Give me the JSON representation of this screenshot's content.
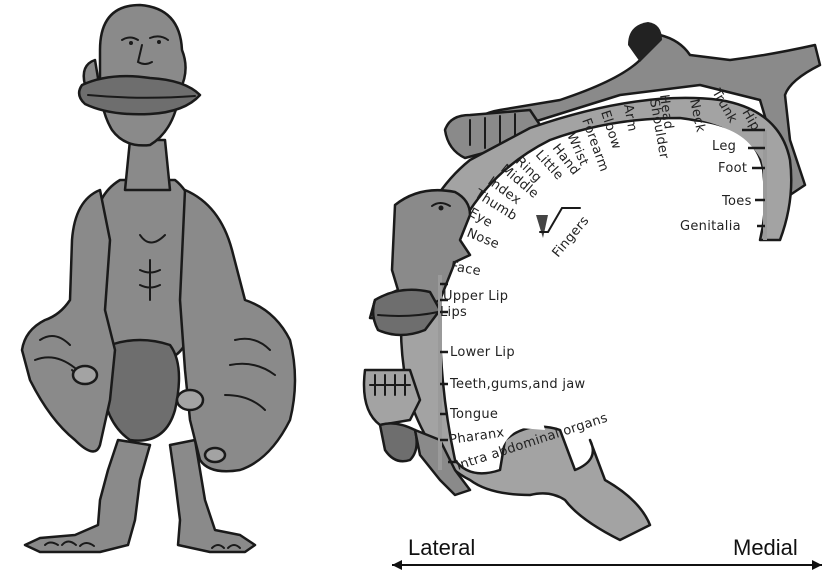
{
  "diagram": {
    "labels": {
      "hip": "Hip",
      "leg": "Leg",
      "foot": "Foot",
      "toes": "Toes",
      "genitalia": "Genitalia",
      "trunk": "Trunk",
      "neck": "Neck",
      "head": "Head",
      "shoulder": "Shoulder",
      "arm": "Arm",
      "elbow": "Elbow",
      "forearm": "Forearm",
      "wrist": "Wrist",
      "hand": "Hand",
      "little": "Little",
      "ring": "Ring",
      "middle": "Middle",
      "index": "Index",
      "thumb": "Thumb",
      "fingers": "Fingers",
      "eye": "Eye",
      "nose": "Nose",
      "face": "Face",
      "upper_lip": "Upper Lip",
      "lips": "Lips",
      "lower_lip": "Lower Lip",
      "teeth": "Teeth,gums,and jaw",
      "tongue": "Tongue",
      "pharanx": "Pharanx",
      "intra_abdominal": "Intra abdominal organs"
    },
    "axis": {
      "left": "Lateral",
      "right": "Medial"
    }
  }
}
